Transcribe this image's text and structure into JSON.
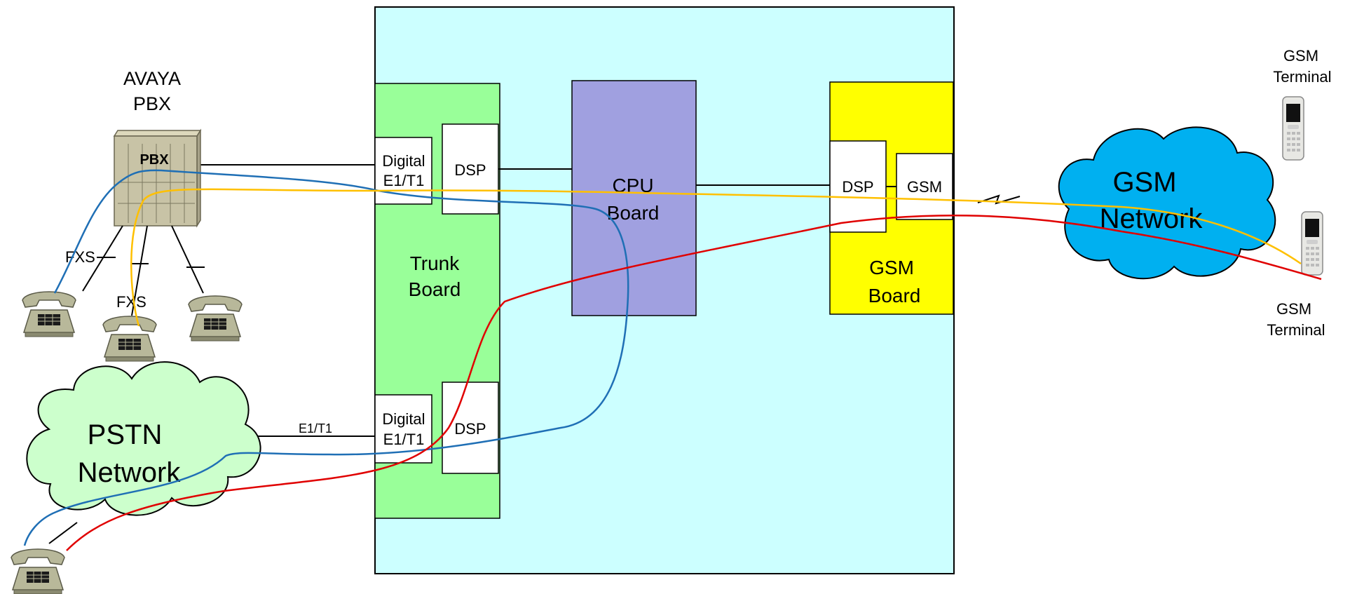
{
  "pbx": {
    "title_line1": "AVAYA",
    "title_line2": "PBX",
    "box_label": "PBX"
  },
  "fxs": {
    "label_a": "FXS",
    "label_b": "FXS"
  },
  "pstn": {
    "line1": "PSTN",
    "line2": "Network",
    "link_label": "E1/T1"
  },
  "trunk_board": {
    "line1": "Trunk",
    "line2": "Board",
    "port_top_line1": "Digital",
    "port_top_line2": "E1/T1",
    "port_bottom_line1": "Digital",
    "port_bottom_line2": "E1/T1",
    "dsp_top": "DSP",
    "dsp_bottom": "DSP"
  },
  "cpu_board": {
    "line1": "CPU",
    "line2": "Board"
  },
  "gsm_board": {
    "line1": "GSM",
    "line2": "Board",
    "dsp": "DSP",
    "gsm": "GSM"
  },
  "gsm_network": {
    "line1": "GSM",
    "line2": "Network"
  },
  "gsm_terminal_top": {
    "line1": "GSM",
    "line2": "Terminal"
  },
  "gsm_terminal_bottom": {
    "line1": "GSM",
    "line2": "Terminal"
  },
  "colors": {
    "gateway_bg": "#ccffff",
    "trunk_board": "#99ff99",
    "cpu_board": "#a0a0e0",
    "gsm_board": "#ffff00",
    "pstn_cloud": "#ccffcc",
    "gsm_cloud": "#00b0f0",
    "path_blue": "#1f6fb5",
    "path_yellow": "#ffc000",
    "path_red": "#e00000"
  }
}
